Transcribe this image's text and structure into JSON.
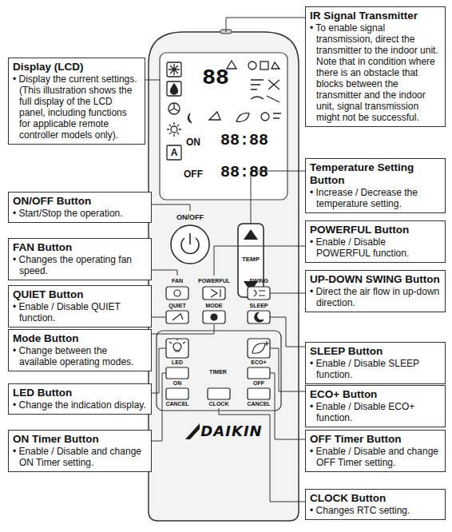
{
  "diagram": {
    "nodes": [
      {
        "text": [
          "Display (LCD)",
          "• Display the current settings.",
          "(This illustration shows the full display of the LCD panel, including functions for applicable remote controller models only)."
        ]
      },
      {
        "text": [
          "ON/OFF Button",
          "• Start/Stop the operation."
        ]
      },
      {
        "text": [
          "FAN Button",
          "• Changes the operating fan speed."
        ]
      },
      {
        "text": [
          "QUIET Button",
          "• Enable / Disable QUIET function."
        ]
      },
      {
        "text": [
          "Mode Button",
          "• Change between the available operating modes."
        ]
      },
      {
        "text": [
          "LED Button",
          "• Change the indication display."
        ]
      },
      {
        "text": [
          "ON Timer Button",
          "• Enable / Disable and change ON Timer setting."
        ]
      },
      {
        "text": [
          "IR Signal Transmitter",
          "• To enable signal transmission, direct the transmitter to the indoor unit.",
          "Note that in condition where there is an obstacle that blocks between the transmitter and the indoor unit, signal transmission might not be successful."
        ]
      },
      {
        "text": [
          "Temperature Setting Button",
          "• Increase / Decrease the temperature setting."
        ]
      },
      {
        "text": [
          "POWERFUL Button",
          "• Enable / Disable POWERFUL function."
        ]
      },
      {
        "text": [
          "UP-DOWN SWING Button",
          "• Direct the air flow in up-down direction."
        ]
      },
      {
        "text": [
          "SLEEP Button",
          "• Enable / Disable SLEEP function."
        ]
      },
      {
        "text": [
          "ECO+ Button",
          "• Enable / Disable ECO+ function."
        ]
      },
      {
        "text": [
          "OFF Timer Button",
          "• Enable / Disable and change OFF Timer setting."
        ]
      },
      {
        "text": [
          "CLOCK Button",
          "• Changes RTC setting."
        ]
      }
    ],
    "labels": [
      "88",
      "A",
      "ON",
      "88:88",
      "OFF",
      "88:88",
      "ON/OFF",
      "TEMP",
      "FAN",
      "POWERFUL",
      "SWING",
      "QUIET",
      "MODE",
      "SLEEP",
      "LED",
      "TIMER",
      "ECO+",
      "ON",
      "OFF",
      "CANCEL",
      "CLOCK",
      "CANCEL",
      "DAIKIN"
    ]
  }
}
